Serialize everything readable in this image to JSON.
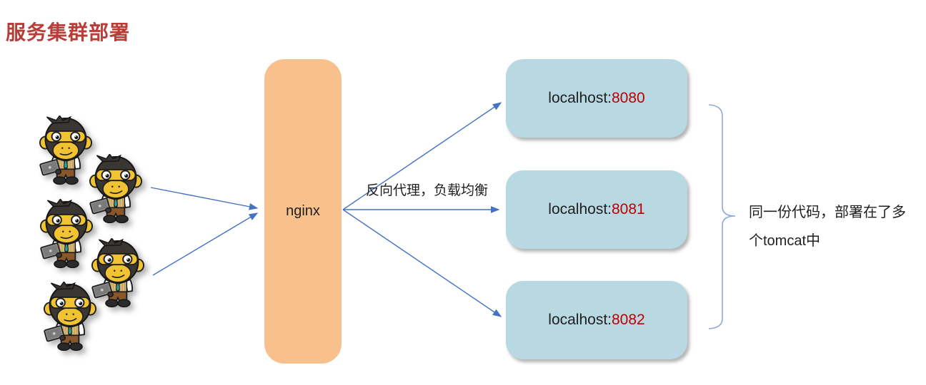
{
  "title": "服务集群部署",
  "proxy": {
    "label": "nginx"
  },
  "flow_label": "反向代理，负载均衡",
  "servers": [
    {
      "host": "localhost:",
      "port": "8080"
    },
    {
      "host": "localhost:",
      "port": "8081"
    },
    {
      "host": "localhost:",
      "port": "8082"
    }
  ],
  "annotation": {
    "line1": "同一份代码，部署在了多",
    "line2": "个tomcat中"
  },
  "users": {
    "icon": "programmer-monkey-icon",
    "count": 5
  },
  "colors": {
    "title_red": "#B93C36",
    "port_red": "#C00000",
    "arrow_blue": "#4472C4",
    "brace_blue": "#8CAADC",
    "nginx_fill": "#F7C08C",
    "server_fill": "#B8D8E2"
  }
}
